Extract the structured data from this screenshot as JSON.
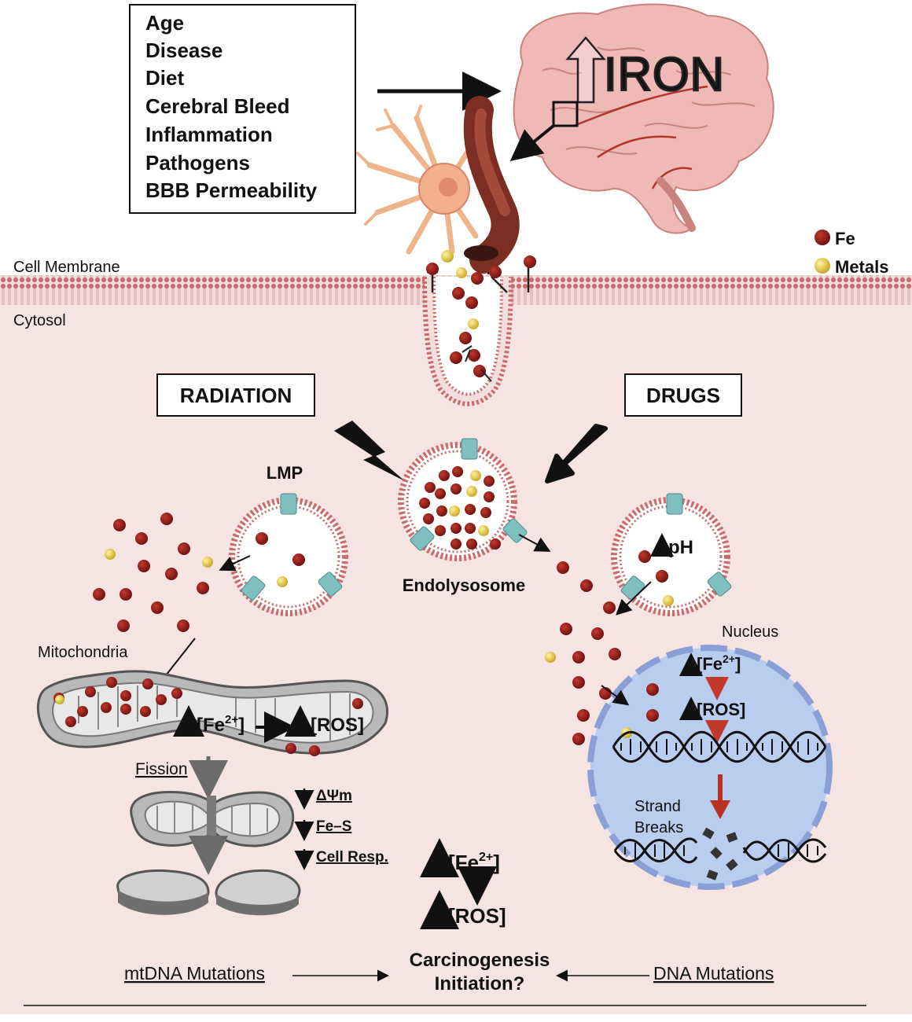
{
  "factors": {
    "items": [
      "Age",
      "Disease",
      "Diet",
      "Cerebral Bleed",
      "Inflammation",
      "Pathogens",
      "BBB Permeability"
    ]
  },
  "brain": {
    "label": "IRON"
  },
  "legend": {
    "fe": "Fe",
    "metals": "Metals"
  },
  "regions": {
    "membrane": "Cell Membrane",
    "cytosol": "Cytosol"
  },
  "treatments": {
    "radiation": "RADIATION",
    "drugs": "DRUGS"
  },
  "organelles": {
    "lmp": "LMP",
    "endolysosome": "Endolysosome",
    "ph": "pH",
    "nucleus": "Nucleus",
    "mitochondria": "Mitochondria",
    "fission": "Fission"
  },
  "mito_effects": {
    "fe": "[Fe",
    "ros": "[ROS]",
    "charge": "2+",
    "close": "]"
  },
  "mito_loss": [
    "ΔΨm",
    "Fe–S",
    "Cell Resp."
  ],
  "nucleus_effects": {
    "fe": "[Fe",
    "charge": "2+",
    "close": "]",
    "ros": "[ROS]",
    "strand1": "Strand",
    "strand2": "Breaks"
  },
  "center_effects": {
    "fe": "[Fe",
    "charge": "2+",
    "close": "]",
    "ros": "[ROS]"
  },
  "outcome": {
    "line1": "Carcinogenesis",
    "line2": "Initiation?",
    "left": "mtDNA Mutations",
    "right": "DNA Mutations"
  },
  "colors": {
    "fe": "#8b1a1a",
    "metal": "#e0c23a",
    "cytosol": "#f6e4e2",
    "membrane": "#d98a8a",
    "nucleus": "#b9cdee",
    "channel": "#7fbfbf",
    "brain": "#efb9b6",
    "vessel": "#9b3a2e"
  }
}
